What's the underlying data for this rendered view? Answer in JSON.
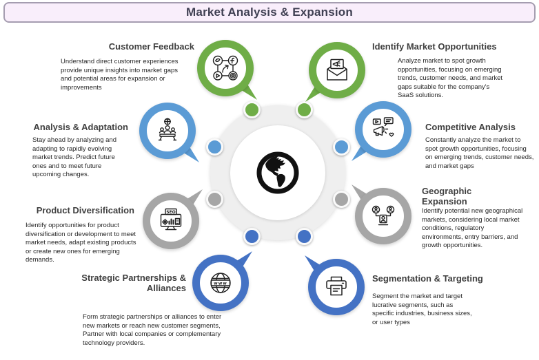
{
  "title": "Market Analysis & Expansion",
  "colors": {
    "green": "#6FAD47",
    "blue": "#5B9BD5",
    "gray": "#A6A6A6",
    "darkblue": "#4472C4",
    "hub_ring": "#EFEFEF",
    "title_bg": "#F9EEFB",
    "title_border": "#A59DB0",
    "title_text": "#3F3F52",
    "heading_text": "#404040",
    "body_text": "#262626"
  },
  "hub": {
    "icon": "globe-americas-icon",
    "dots": [
      "green",
      "green",
      "blue",
      "blue",
      "gray",
      "gray",
      "darkblue",
      "darkblue"
    ]
  },
  "nodes": [
    {
      "id": "customer-feedback",
      "title": "Customer Feedback",
      "description": "Understand direct customer experiences provide unique insights into market gaps and potential areas for expansion or improvements",
      "icon": "social-media-network-icon",
      "color": "green"
    },
    {
      "id": "identify-market-opportunities",
      "title": "Identify Market Opportunities",
      "description": "Analyze market to spot growth opportunities, focusing on emerging trends, customer needs, and market gaps suitable for the company's SaaS solutions.",
      "icon": "envelope-megaphone-icon",
      "color": "green"
    },
    {
      "id": "analysis-adaptation",
      "title": "Analysis & Adaptation",
      "description": "Stay ahead by analyzing and adapting to rapidly evolving market trends. Predict future ones and to meet future upcoming changes.",
      "icon": "presenter-audience-icon",
      "color": "blue"
    },
    {
      "id": "competitive-analysis",
      "title": "Competitive Analysis",
      "description": "Constantly analyze the market to spot growth opportunities, focusing on emerging trends, customer needs, and market gaps",
      "icon": "megaphone-media-icon",
      "color": "blue"
    },
    {
      "id": "product-diversification",
      "title": "Product Diversification",
      "description": "Identify opportunities for product diversification or development to meet market needs, adapt existing products or create new ones for emerging demands.",
      "icon": "seo-monitor-icon",
      "color": "gray"
    },
    {
      "id": "geographic-expansion",
      "title": "Geographic Expansion",
      "description": "Identify potential new geographical markets, considering local market conditions, regulatory environments, entry barriers, and growth opportunities.",
      "icon": "people-network-icon",
      "color": "gray"
    },
    {
      "id": "strategic-partnerships-alliances",
      "title": "Strategic Partnerships & Alliances",
      "description": "Form strategic partnerships or alliances to enter new markets or reach new customer segments, Partner with local companies or complementary technology providers.",
      "icon": "www-globe-icon",
      "color": "darkblue"
    },
    {
      "id": "segmentation-targeting",
      "title": "Segmentation & Targeting",
      "description": "Segment the market and target lucrative segments, such as specific industries, business sizes, or user types",
      "icon": "printer-icon",
      "color": "darkblue"
    }
  ]
}
